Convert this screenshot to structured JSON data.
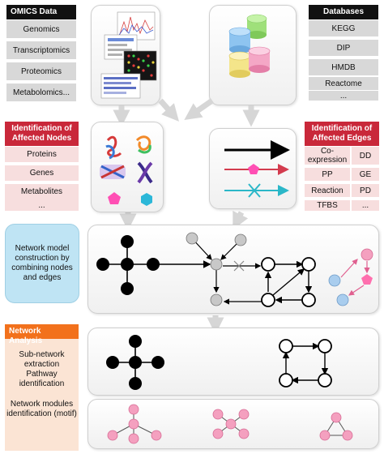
{
  "omics": {
    "title": "OMICS Data",
    "items": [
      "Genomics",
      "Transcriptomics",
      "Proteomics",
      "Metabolomics..."
    ]
  },
  "databases": {
    "title": "Databases",
    "items": [
      "KEGG",
      "DIP",
      "HMDB",
      "Reactome",
      "..."
    ]
  },
  "affected_nodes": {
    "title": "Identification of Affected Nodes",
    "items": [
      "Proteins",
      "Genes",
      "Metabolites",
      "..."
    ]
  },
  "affected_edges": {
    "title": "Identification of Affected Edges",
    "rows": [
      {
        "left": "Co-expression",
        "right": "DD"
      },
      {
        "left": "PP",
        "right": "GE"
      },
      {
        "left": "Reaction",
        "right": "PD"
      },
      {
        "left": "TFBS",
        "right": "..."
      }
    ]
  },
  "network_model": {
    "text": "Network model construction by combining nodes and edges"
  },
  "network_analysis": {
    "title": "Network Analysis",
    "item1": "Sub-network extraction Pathway identification",
    "item2": "Network modules identification (motif)"
  },
  "colors": {
    "black_header": "#111111",
    "red_header": "#c9283a",
    "orange_header": "#f2711c",
    "model_box": "#bfe4f4",
    "node_pink": "#f4a0bf",
    "node_blue": "#a9cdee",
    "node_gray": "#c8c8c8"
  }
}
